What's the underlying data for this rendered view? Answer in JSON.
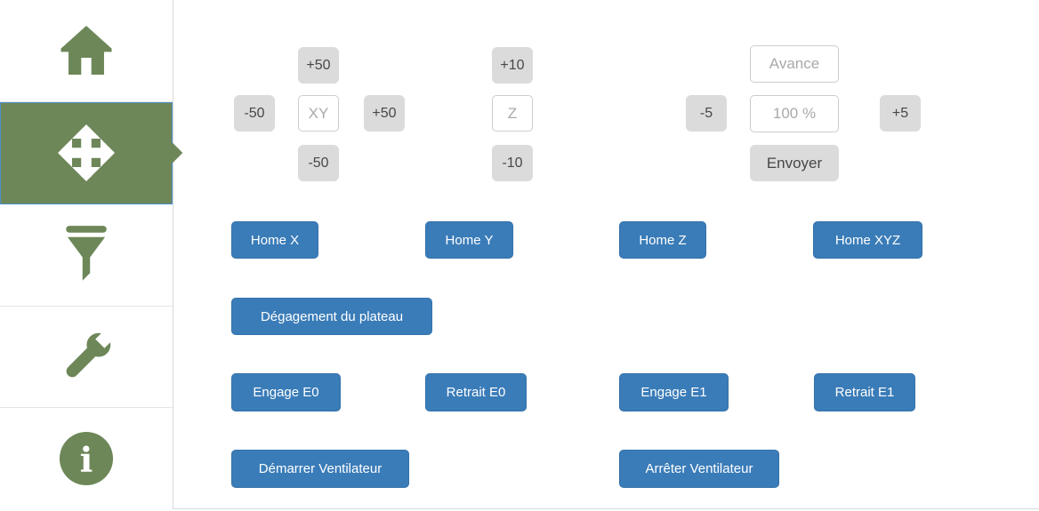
{
  "sidebar": {
    "items": [
      {
        "id": "home",
        "icon": "home-icon",
        "active": false
      },
      {
        "id": "move",
        "icon": "move-icon",
        "active": true
      },
      {
        "id": "filter",
        "icon": "filter-icon",
        "active": false
      },
      {
        "id": "maintenance",
        "icon": "wrench-icon",
        "active": false
      },
      {
        "id": "info",
        "icon": "info-icon",
        "active": false
      }
    ]
  },
  "jog": {
    "xy": {
      "up_label": "+50",
      "left_label": "-50",
      "axis_label": "XY",
      "right_label": "+50",
      "down_label": "-50"
    },
    "z": {
      "up_label": "+10",
      "axis_label": "Z",
      "down_label": "-10"
    },
    "feed": {
      "title": "Avance",
      "minus_label": "-5",
      "value": "100 %",
      "plus_label": "+5",
      "send_label": "Envoyer"
    }
  },
  "actions": {
    "home_x": "Home X",
    "home_y": "Home Y",
    "home_z": "Home Z",
    "home_xyz": "Home XYZ",
    "bed_clear": "Dégagement du plateau",
    "engage_e0": "Engage E0",
    "retract_e0": "Retrait E0",
    "engage_e1": "Engage E1",
    "retract_e1": "Retrait E1",
    "fan_start": "Démarrer Ventilateur",
    "fan_stop": "Arrêter Ventilateur"
  },
  "colors": {
    "accent_green": "#6d8758",
    "primary_blue": "#3a7cb8",
    "button_gray": "#dbdbdb",
    "active_border_blue": "#4d8fcc"
  }
}
